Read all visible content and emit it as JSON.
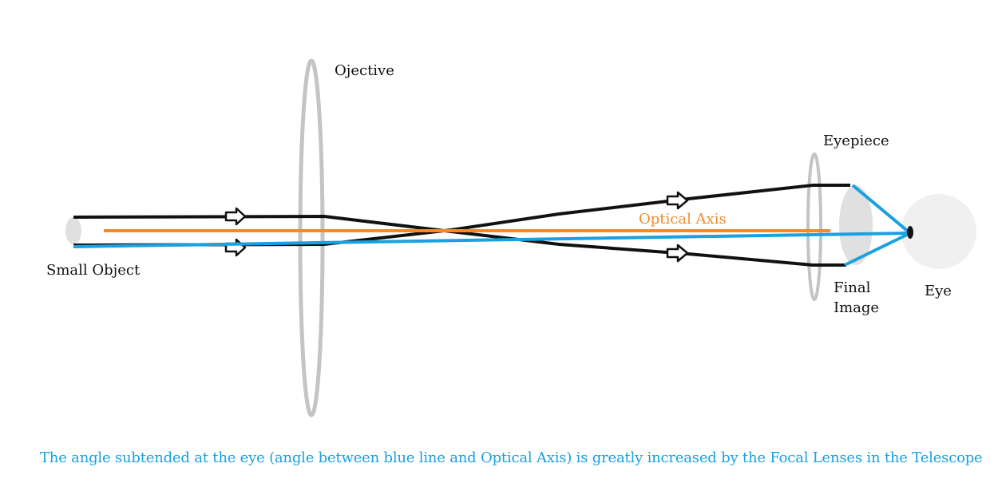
{
  "labels": {
    "objective": "Ojective",
    "eyepiece": "Eyepiece",
    "optical_axis": "Optical Axis",
    "small_object": "Small Object",
    "final_image_line1": "Final",
    "final_image_line2": "Image",
    "eye": "Eye"
  },
  "caption": "The angle subtended at the eye (angle between blue line and Optical Axis) is greatly increased by the Focal Lenses in the Telescope",
  "colors": {
    "lens": "#c4c4c4",
    "ray": "#111111",
    "axis": "#f08a2c",
    "sight_line": "#1aa1e0",
    "object": "#e0e0e0",
    "final_image": "#e0e0e0",
    "eye": "#f0f0f0"
  }
}
